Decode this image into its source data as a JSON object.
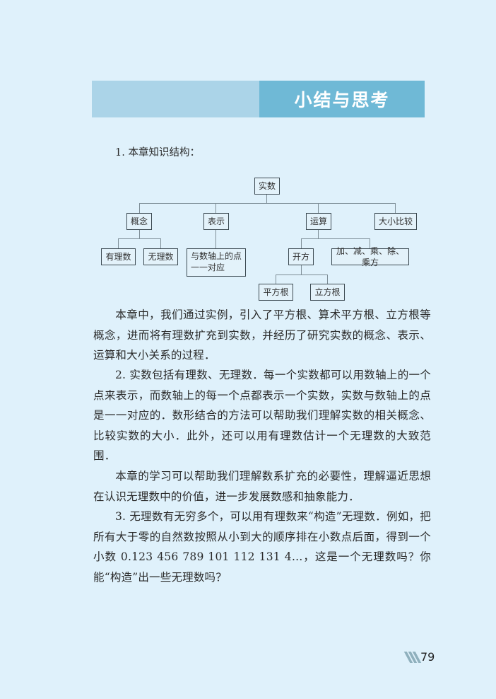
{
  "header": {
    "title": "小结与思考",
    "colors": {
      "banner_light": "#abd4e8",
      "banner_dark": "#6fb9d6",
      "page_bg": "#dff1fb"
    }
  },
  "section1": {
    "heading": "1. 本章知识结构："
  },
  "tree": {
    "root": "实数",
    "level1": [
      "概念",
      "表示",
      "运算",
      "大小比较"
    ],
    "concept_children": [
      "有理数",
      "无理数"
    ],
    "representation_child": [
      "与数轴上的点",
      "一一对应"
    ],
    "operation_children": [
      "开方",
      "加、减、乘、除、乘方"
    ],
    "root_extraction_children": [
      "平方根",
      "立方根"
    ]
  },
  "paragraphs": [
    "本章中，我们通过实例，引入了平方根、算术平方根、立方根等概念，进而将有理数扩充到实数，并经历了研究实数的概念、表示、运算和大小关系的过程．",
    "2. 实数包括有理数、无理数．每一个实数都可以用数轴上的一个点来表示，而数轴上的每一个点都表示一个实数，实数与数轴上的点是一一对应的．数形结合的方法可以帮助我们理解实数的相关概念、比较实数的大小．此外，还可以用有理数估计一个无理数的大致范围．",
    "本章的学习可以帮助我们理解数系扩充的必要性，理解逼近思想在认识无理数中的价值，进一步发展数感和抽象能力．",
    "3. 无理数有无穷多个，可以用有理数来“构造”无理数．例如，把所有大于零的自然数按照从小到大的顺序排在小数点后面，得到一个小数 0.123 456 789 101 112 131 4…，这是一个无理数吗？你能“构造”出一些无理数吗？"
  ],
  "footer": {
    "page_number": "79",
    "decoration_icon": "diagonal-stripes-icon"
  }
}
